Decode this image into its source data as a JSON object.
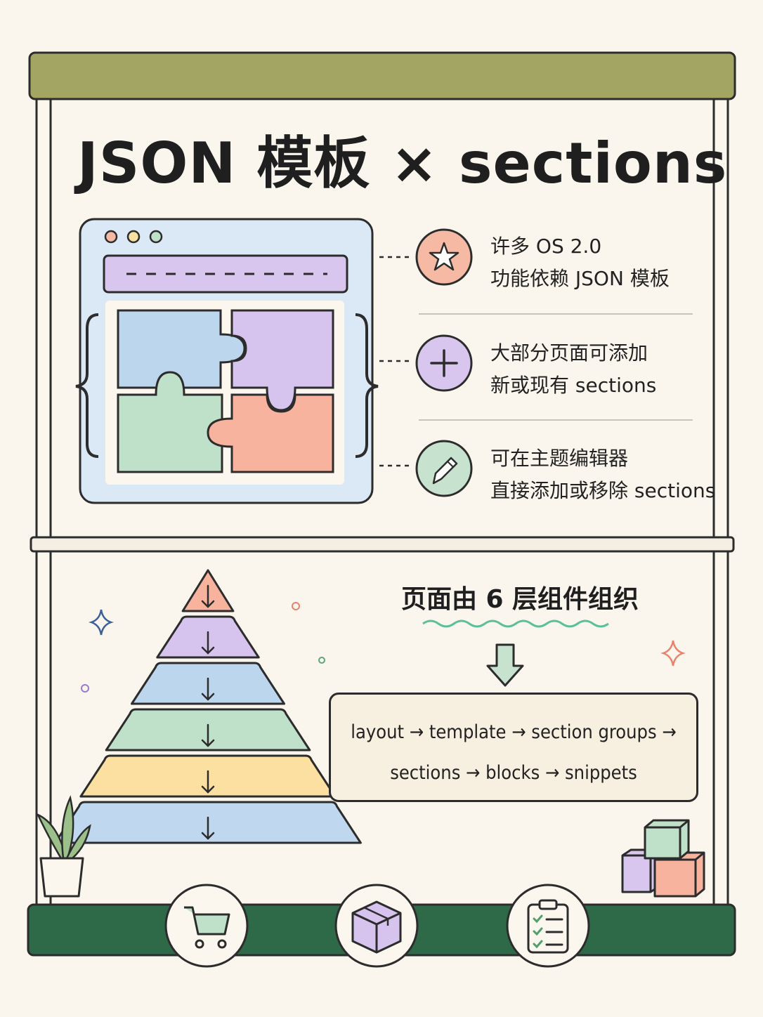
{
  "title": "JSON 模板 × sections",
  "features": [
    {
      "icon": "star-icon",
      "lines": [
        "许多 OS 2.0",
        "功能依赖 JSON 模板"
      ],
      "color": "#f6b9a3"
    },
    {
      "icon": "plus-icon",
      "lines": [
        "大部分页面可添加",
        "新或现有 sections"
      ],
      "color": "#d9c6ee"
    },
    {
      "icon": "pencil-icon",
      "lines": [
        "可在主题编辑器",
        "直接添加或移除 sections"
      ],
      "color": "#c7e3cf"
    }
  ],
  "layers_title": "页面由 6 层组件组织",
  "flow": {
    "line1": "layout → template → section groups →",
    "line2": "sections → blocks → snippets"
  },
  "pyramid_colors": [
    "#f7b39e",
    "#d7c4ee",
    "#bcd6ee",
    "#bfe0c9",
    "#fbe0a1",
    "#bfd8ef"
  ],
  "bottom_icons": [
    "cart-icon",
    "box-icon",
    "checklist-icon"
  ],
  "colors": {
    "top_bar": "#a3a663",
    "bottom_bar": "#2e6a47",
    "outline": "#2c2c2c"
  }
}
